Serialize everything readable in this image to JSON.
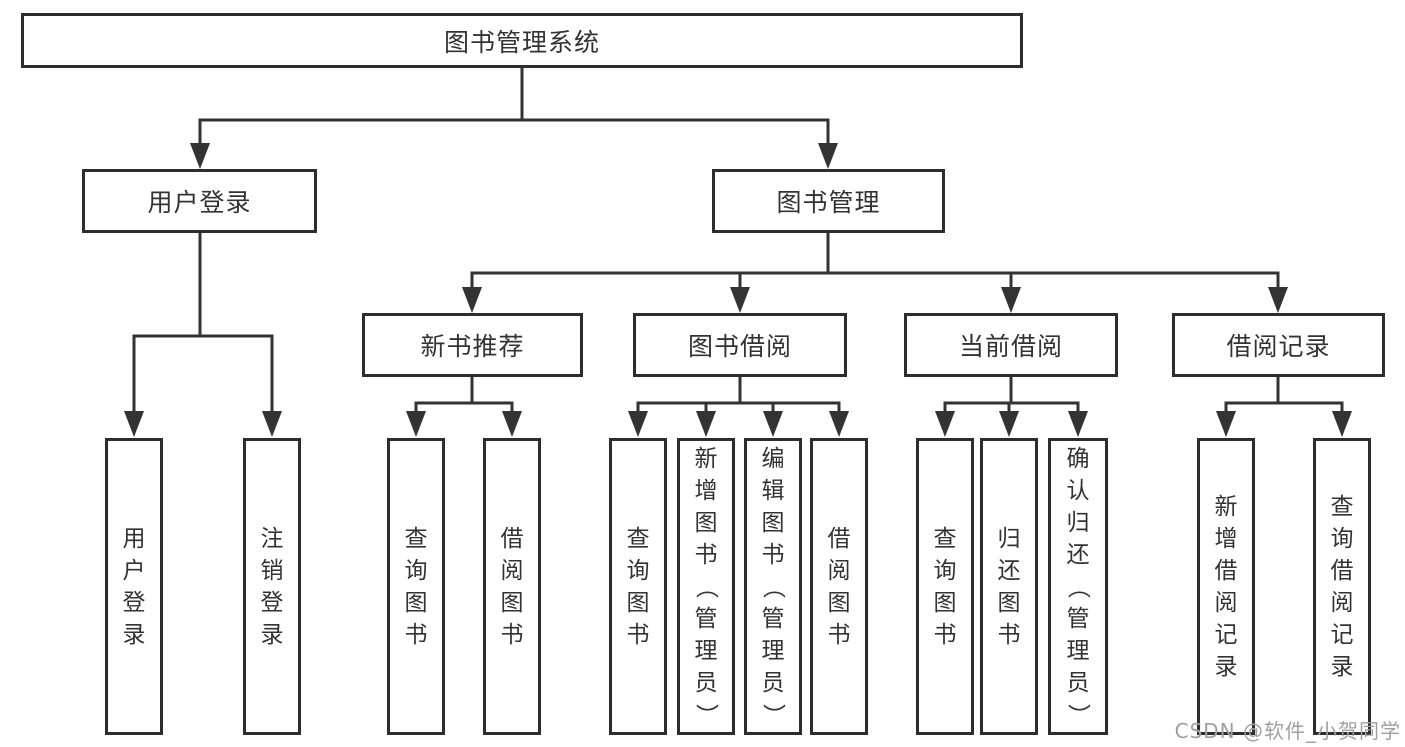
{
  "diagram": {
    "title": "图书管理系统",
    "level2": [
      "用户登录",
      "图书管理"
    ],
    "level3": [
      "新书推荐",
      "图书借阅",
      "当前借阅",
      "借阅记录"
    ],
    "leaves": {
      "user_login": [
        "用户登录",
        "注销登录"
      ],
      "new_book_rec": [
        "查询图书",
        "借阅图书"
      ],
      "book_borrow": [
        "查询图书",
        "新增图书（管理员）",
        "编辑图书（管理员）",
        "借阅图书"
      ],
      "current_borrow": [
        "查询图书",
        "归还图书",
        "确认归还（管理员）"
      ],
      "borrow_record": [
        "新增借阅记录",
        "查询借阅记录"
      ]
    }
  },
  "watermark": "CSDN @软件_小贺同学",
  "colors": {
    "line": "#333333",
    "box_border": "#2d2d2d",
    "text": "#333333",
    "background": "#ffffff",
    "watermark": "#a0a0a0"
  }
}
